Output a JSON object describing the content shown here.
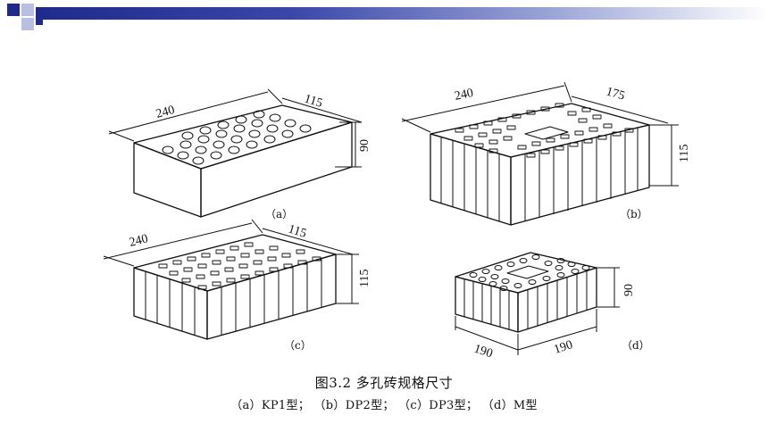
{
  "caption": {
    "title": "图3.2  多孔砖规格尺寸",
    "subtitle": "（a）KP1型；  （b）DP2型；  （c）DP3型；  （d）M型"
  },
  "bricks": {
    "a": {
      "label": "（a）",
      "length": "240",
      "width": "115",
      "height": "90"
    },
    "b": {
      "label": "（b）",
      "length": "240",
      "width": "175",
      "height": "115"
    },
    "c": {
      "label": "（c）",
      "length": "240",
      "width": "115",
      "height": "115"
    },
    "d": {
      "label": "（d）",
      "length": "190",
      "width": "190",
      "height": "90"
    }
  },
  "colors": {
    "header_dark": "#1f2a8a",
    "header_light": "#9aa3d6",
    "square_light": "#b9bfe3"
  }
}
